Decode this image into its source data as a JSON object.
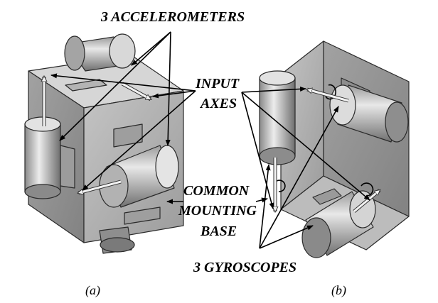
{
  "labels": {
    "accelerometers": "3 ACCELEROMETERS",
    "input_axes_line1": "INPUT",
    "input_axes_line2": "AXES",
    "base_line1": "COMMON",
    "base_line2": "MOUNTING",
    "base_line3": "BASE",
    "gyroscopes": "3 GYROSCOPES"
  },
  "captions": {
    "left": "(a)",
    "right": "(b)"
  },
  "colors": {
    "background": "#ffffff",
    "body_light": "#c8c8c8",
    "body_mid": "#a8a8a8",
    "body_dark": "#7a7a7a",
    "line": "#000000"
  }
}
